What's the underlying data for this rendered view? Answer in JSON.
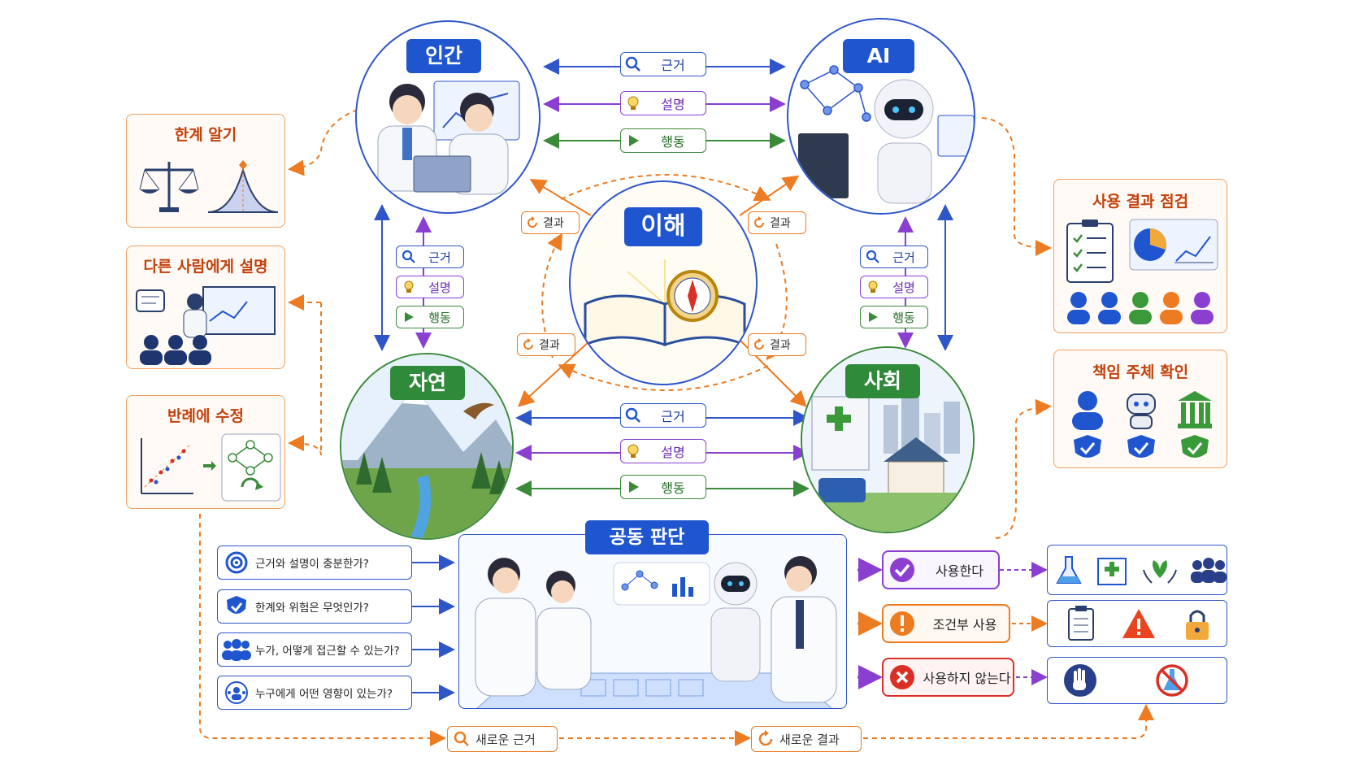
{
  "nodes": {
    "human": "인간",
    "ai": "AI",
    "nature": "자연",
    "society": "사회",
    "center": "이해",
    "joint": "공동 판단"
  },
  "links": {
    "evidence": "근거",
    "explanation": "설명",
    "action": "행동",
    "result": "결과"
  },
  "left_boxes": {
    "limits": "한계 알기",
    "explain": "다른 사람에게 설명",
    "revise": "반례에 수정"
  },
  "right_boxes": {
    "check_results": "사용 결과 점검",
    "responsibility": "책임 주체 확인"
  },
  "questions": [
    "근거와 설명이 충분한가?",
    "한계와 위험은 무엇인가?",
    "누가, 어떻게 접근할 수 있는가?",
    "누구에게 어떤 영향이 있는가?"
  ],
  "decisions": {
    "use": "사용한다",
    "conditional": "조건부 사용",
    "not_use": "사용하지 않는다"
  },
  "feedback": {
    "new_evidence": "새로운 근거",
    "new_result": "새로운 결과"
  },
  "colors": {
    "blue": "#1f55cf",
    "green": "#2f8a3a",
    "purple": "#8a3fd1",
    "orange": "#ec7b22",
    "red": "#d93025"
  }
}
